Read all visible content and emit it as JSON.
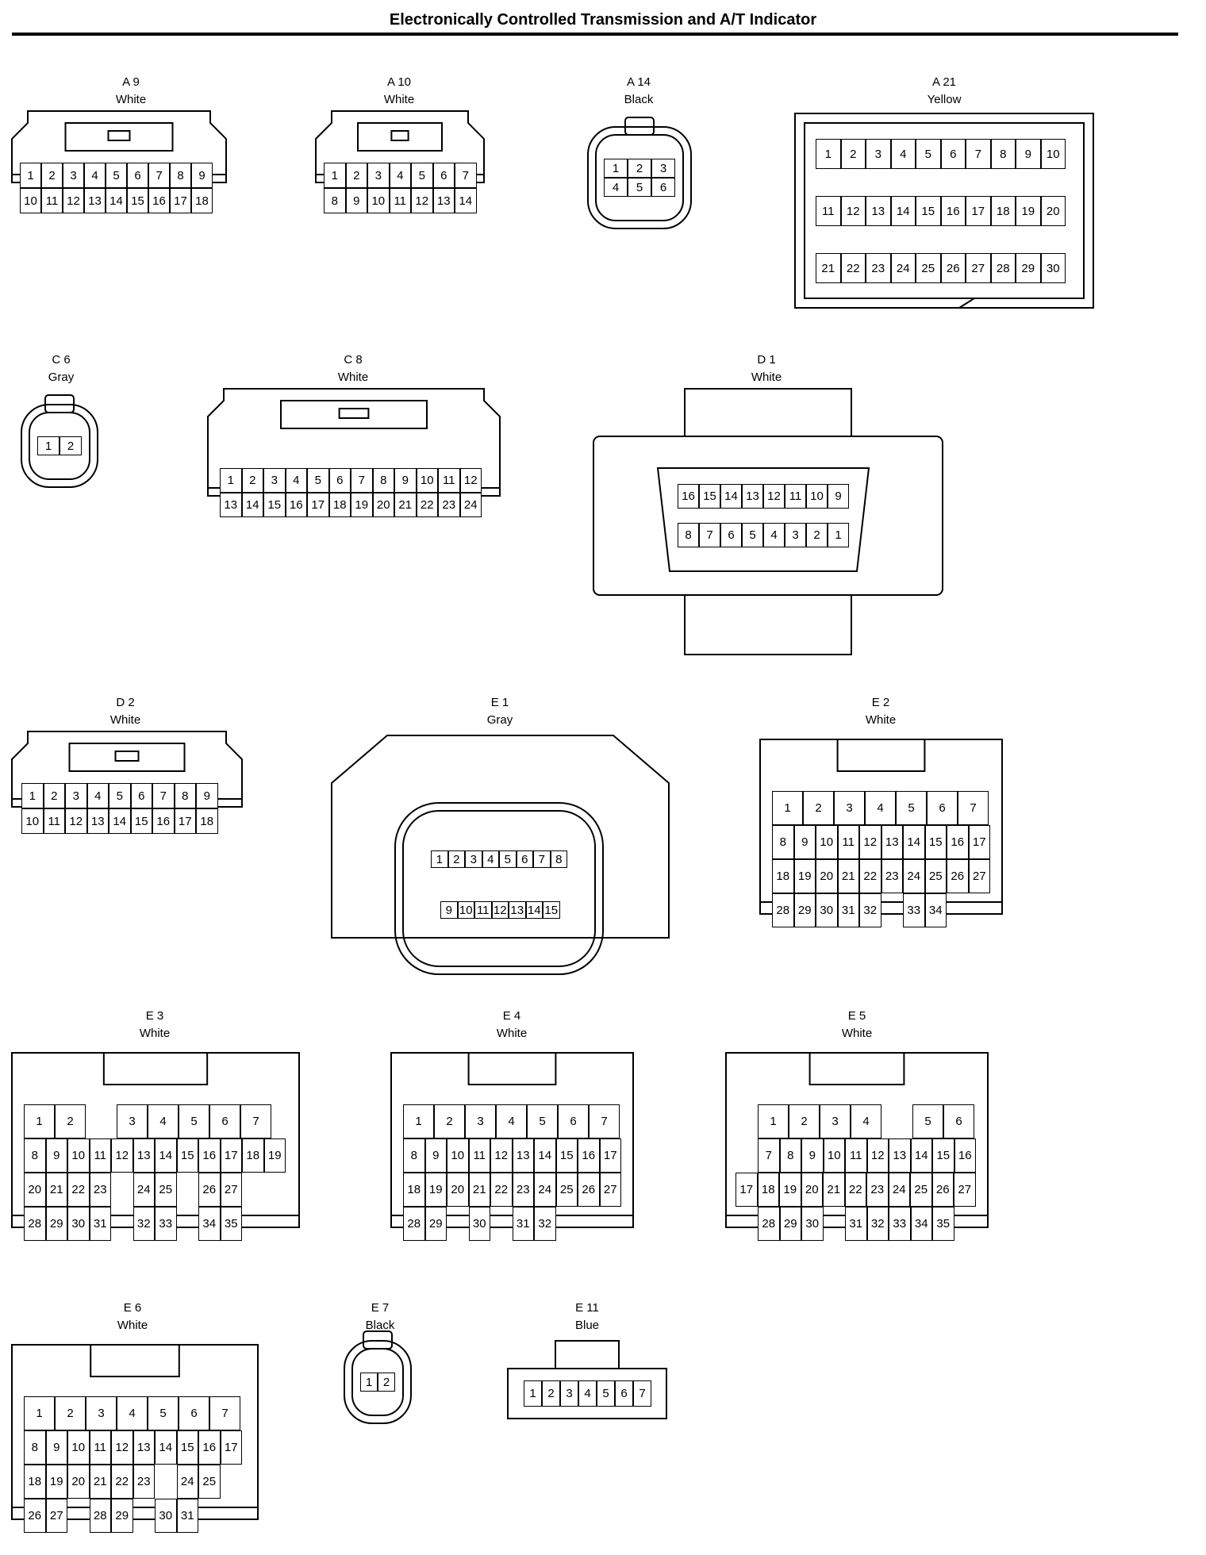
{
  "title": "Electronically Controlled Transmission and A/T Indicator",
  "connectors": {
    "A9": {
      "id": "A 9",
      "color": "White",
      "rows": [
        [
          "1",
          "2",
          "3",
          "4",
          "5",
          "6",
          "7",
          "8",
          "9"
        ],
        [
          "10",
          "11",
          "12",
          "13",
          "14",
          "15",
          "16",
          "17",
          "18"
        ]
      ]
    },
    "A10": {
      "id": "A 10",
      "color": "White",
      "rows": [
        [
          "1",
          "2",
          "3",
          "4",
          "5",
          "6",
          "7"
        ],
        [
          "8",
          "9",
          "10",
          "11",
          "12",
          "13",
          "14"
        ]
      ]
    },
    "A14": {
      "id": "A 14",
      "color": "Black",
      "rows": [
        [
          "1",
          "2",
          "3"
        ],
        [
          "4",
          "5",
          "6"
        ]
      ]
    },
    "A21": {
      "id": "A 21",
      "color": "Yellow",
      "rows": [
        [
          "1",
          "2",
          "3",
          "4",
          "5",
          "6",
          "7",
          "8",
          "9",
          "10"
        ],
        [
          "11",
          "12",
          "13",
          "14",
          "15",
          "16",
          "17",
          "18",
          "19",
          "20"
        ],
        [
          "21",
          "22",
          "23",
          "24",
          "25",
          "26",
          "27",
          "28",
          "29",
          "30"
        ]
      ]
    },
    "C6": {
      "id": "C 6",
      "color": "Gray",
      "rows": [
        [
          "1",
          "2"
        ]
      ]
    },
    "C8": {
      "id": "C 8",
      "color": "White",
      "rows": [
        [
          "1",
          "2",
          "3",
          "4",
          "5",
          "6",
          "7",
          "8",
          "9",
          "10",
          "11",
          "12"
        ],
        [
          "13",
          "14",
          "15",
          "16",
          "17",
          "18",
          "19",
          "20",
          "21",
          "22",
          "23",
          "24"
        ]
      ]
    },
    "D1": {
      "id": "D 1",
      "color": "White",
      "rows": [
        [
          "16",
          "15",
          "14",
          "13",
          "12",
          "11",
          "10",
          "9"
        ],
        [
          "8",
          "7",
          "6",
          "5",
          "4",
          "3",
          "2",
          "1"
        ]
      ]
    },
    "D2": {
      "id": "D 2",
      "color": "White",
      "rows": [
        [
          "1",
          "2",
          "3",
          "4",
          "5",
          "6",
          "7",
          "8",
          "9"
        ],
        [
          "10",
          "11",
          "12",
          "13",
          "14",
          "15",
          "16",
          "17",
          "18"
        ]
      ]
    },
    "E1": {
      "id": "E 1",
      "color": "Gray",
      "rows": [
        [
          "1",
          "2",
          "3",
          "4",
          "5",
          "6",
          "7",
          "8"
        ],
        [
          "9",
          "10",
          "11",
          "12",
          "13",
          "14",
          "15"
        ]
      ]
    },
    "E2": {
      "id": "E 2",
      "color": "White",
      "rows": [
        [
          "1",
          "2",
          "3",
          "4",
          "5",
          "6",
          "7"
        ],
        [
          "8",
          "9",
          "10",
          "11",
          "12",
          "13",
          "14",
          "15",
          "16",
          "17"
        ],
        [
          "18",
          "19",
          "20",
          "21",
          "22",
          "23",
          "24",
          "25",
          "26",
          "27"
        ],
        [
          "28",
          "29",
          "30",
          "31",
          "32",
          "",
          "33",
          "34"
        ]
      ]
    },
    "E3": {
      "id": "E 3",
      "color": "White",
      "rows": [
        [
          "1",
          "2",
          "",
          "3",
          "4",
          "5",
          "6",
          "7"
        ],
        [
          "8",
          "9",
          "10",
          "11",
          "12",
          "13",
          "14",
          "15",
          "16",
          "17",
          "18",
          "19"
        ],
        [
          "20",
          "21",
          "22",
          "23",
          "",
          "24",
          "25",
          "",
          "26",
          "27"
        ],
        [
          "28",
          "29",
          "30",
          "31",
          "",
          "32",
          "33",
          "",
          "34",
          "35"
        ]
      ]
    },
    "E4": {
      "id": "E 4",
      "color": "White",
      "rows": [
        [
          "1",
          "2",
          "3",
          "4",
          "5",
          "6",
          "7"
        ],
        [
          "8",
          "9",
          "10",
          "11",
          "12",
          "13",
          "14",
          "15",
          "16",
          "17"
        ],
        [
          "18",
          "19",
          "20",
          "21",
          "22",
          "23",
          "24",
          "25",
          "26",
          "27"
        ],
        [
          "28",
          "29",
          "",
          "30",
          "",
          "31",
          "32"
        ]
      ]
    },
    "E5": {
      "id": "E 5",
      "color": "White",
      "rows": [
        [
          "1",
          "2",
          "3",
          "4",
          "",
          "5",
          "6"
        ],
        [
          "7",
          "8",
          "9",
          "10",
          "11",
          "12",
          "13",
          "14",
          "15",
          "16"
        ],
        [
          "17",
          "18",
          "19",
          "20",
          "21",
          "22",
          "23",
          "24",
          "25",
          "26",
          "27"
        ],
        [
          "28",
          "29",
          "30",
          "",
          "31",
          "32",
          "33",
          "34",
          "35"
        ]
      ]
    },
    "E6": {
      "id": "E 6",
      "color": "White",
      "rows": [
        [
          "1",
          "2",
          "3",
          "4",
          "5",
          "6",
          "7"
        ],
        [
          "8",
          "9",
          "10",
          "11",
          "12",
          "13",
          "14",
          "15",
          "16",
          "17"
        ],
        [
          "18",
          "19",
          "20",
          "21",
          "22",
          "23",
          "",
          "24",
          "25"
        ],
        [
          "26",
          "27",
          "",
          "28",
          "29",
          "",
          "30",
          "31"
        ]
      ]
    },
    "E7": {
      "id": "E 7",
      "color": "Black",
      "rows": [
        [
          "1",
          "2"
        ]
      ]
    },
    "E11": {
      "id": "E 11",
      "color": "Blue",
      "rows": [
        [
          "1",
          "2",
          "3",
          "4",
          "5",
          "6",
          "7"
        ]
      ]
    }
  }
}
